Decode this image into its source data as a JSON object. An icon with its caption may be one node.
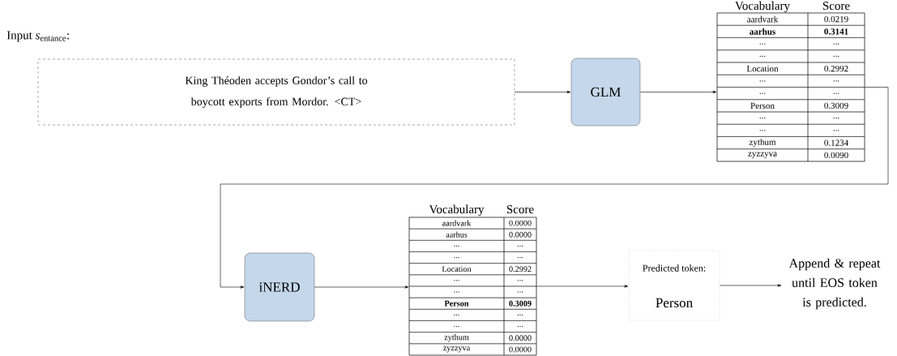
{
  "diagram": {
    "nodes": [
      {
        "text": [
          "Input *s*$_{entance}$:",
          "King Théoden accepts Gondor’s call to boycott exports from Mordor. <CT>"
        ]
      },
      {
        "text": [
          "GLM"
        ]
      },
      {
        "text": [
          "Vocabulary",
          "Score",
          "aardvark",
          "0.0219",
          "**aarhus**",
          "**0.3141**",
          "...",
          "...",
          "...",
          "...",
          "Location",
          "0.2992",
          "...",
          "...",
          "...",
          "...",
          "Person",
          "0.3009",
          "...",
          "...",
          "...",
          "...",
          "zythum",
          "0.1234",
          "zyzzyva",
          "0.0090"
        ]
      },
      {
        "text": [
          "iNERD"
        ]
      },
      {
        "text": [
          "Vocabulary",
          "Score",
          "aardvark",
          "0.0000",
          "aarhus",
          "0.0000",
          "...",
          "...",
          "...",
          "...",
          "Location",
          "0.2992",
          "...",
          "...",
          "...",
          "...",
          "**Person**",
          "**0.3009**",
          "...",
          "...",
          "...",
          "...",
          "zythum",
          "0.0000",
          "zyzzyva",
          "0.0000"
        ]
      },
      {
        "text": [
          "Predicted token:",
          "Person"
        ]
      },
      {
        "text": [
          "Append & repeat until EOS token is predicted."
        ]
      }
    ],
    "edges": [
      {
        "from": 0,
        "to": 1,
        "arrow": "to"
      },
      {
        "from": 1,
        "to": 2,
        "arrow": "to"
      },
      {
        "from": 2,
        "to": 3,
        "arrow": "to"
      },
      {
        "from": 3,
        "to": 4,
        "arrow": "to"
      },
      {
        "from": 4,
        "to": 5,
        "arrow": "to"
      },
      {
        "from": 5,
        "to": 6,
        "arrow": "to"
      }
    ]
  }
}
